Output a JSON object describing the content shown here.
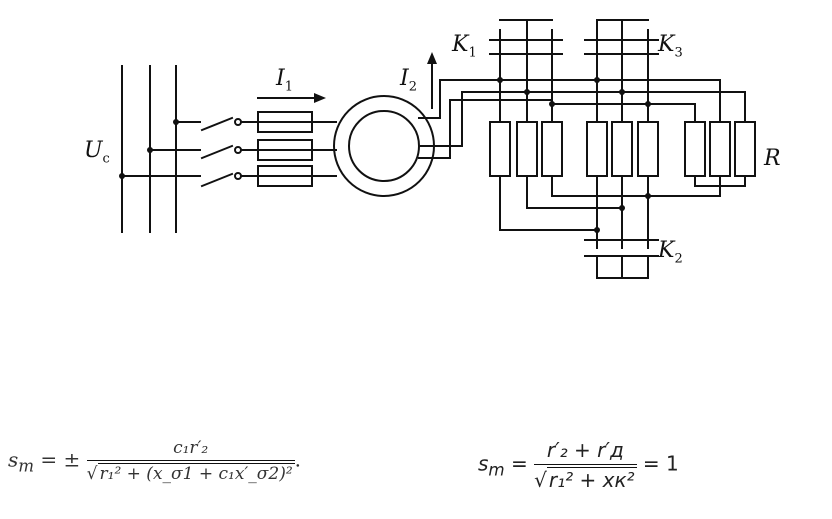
{
  "labels": {
    "supply": {
      "main": "U",
      "sub": "c"
    },
    "stator_current": {
      "main": "I",
      "sub": "1"
    },
    "rotor_current": {
      "main": "I",
      "sub": "2"
    },
    "contactor_1": {
      "main": "K",
      "sub": "1"
    },
    "contactor_2": {
      "main": "K",
      "sub": "2"
    },
    "contactor_3": {
      "main": "K",
      "sub": "3"
    },
    "resistor": {
      "main": "R"
    }
  },
  "formula_left": {
    "lhs": "s",
    "lhs_sub": "m",
    "eq": " = ±",
    "numerator": "c₁r′₂",
    "denominator_root": "√",
    "denominator": "r₁² + (x_σ1 + c₁x′_σ2)²",
    "end": "."
  },
  "formula_right": {
    "lhs": "s",
    "lhs_sub": "m",
    "eq": " = ",
    "numerator": "r′₂ + r′д",
    "denominator": "r₁² + xк²",
    "result": " = 1"
  }
}
